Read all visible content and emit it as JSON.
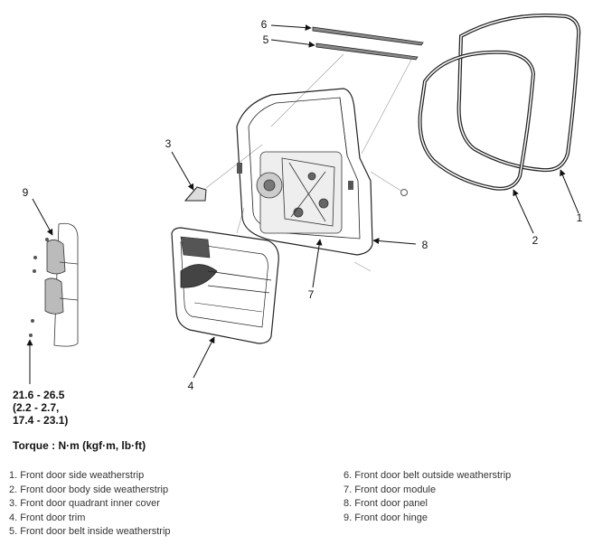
{
  "callouts": [
    "1",
    "2",
    "3",
    "4",
    "5",
    "6",
    "7",
    "8",
    "9"
  ],
  "torque": {
    "lines": [
      "21.6 - 26.5",
      "(2.2 - 2.7,",
      "17.4 - 23.1)"
    ],
    "label": "Torque : N·m (kgf·m, lb·ft)"
  },
  "legend": {
    "left": [
      "1. Front door side weatherstrip",
      "2. Front door body side weatherstrip",
      "3. Front door quadrant inner cover",
      "4. Front door trim",
      "5. Front door belt inside weatherstrip"
    ],
    "right": [
      "6. Front door belt outside weatherstrip",
      "7. Front door module",
      "8. Front door panel",
      "9. Front door hinge"
    ]
  }
}
